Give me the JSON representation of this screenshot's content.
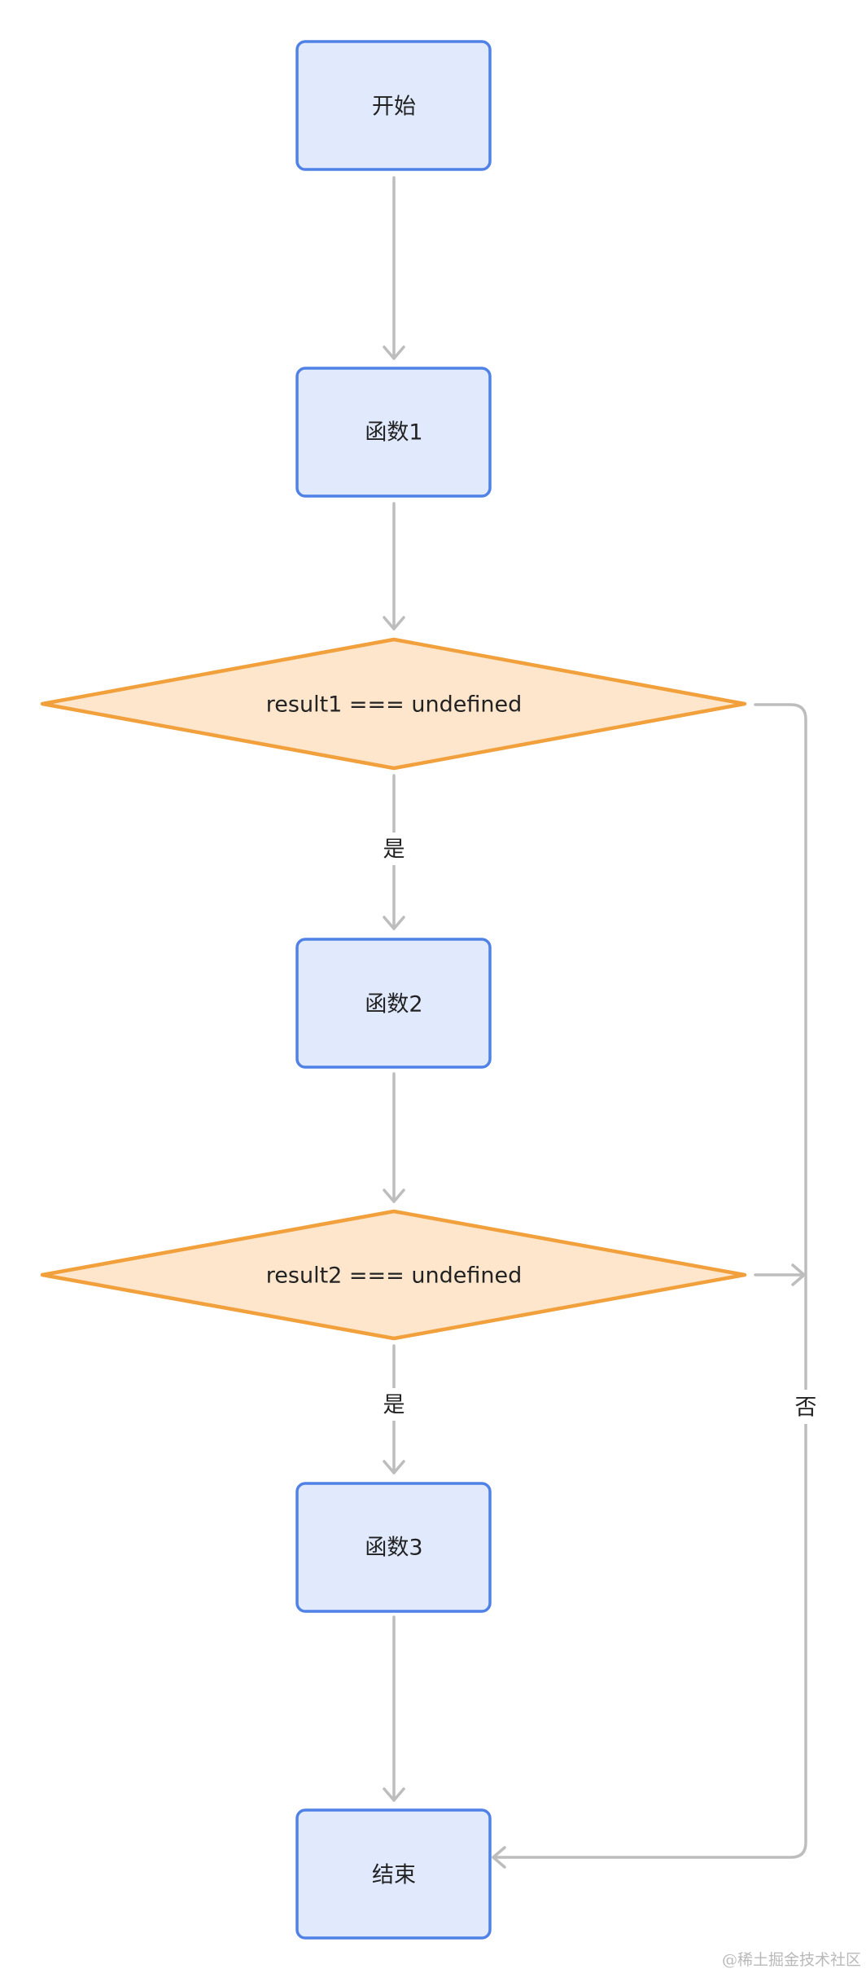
{
  "nodes": {
    "start": {
      "label": "开始"
    },
    "func1": {
      "label": "函数1"
    },
    "decision1": {
      "label": "result1 === undefined"
    },
    "func2": {
      "label": "函数2"
    },
    "decision2": {
      "label": "result2 === undefined"
    },
    "func3": {
      "label": "函数3"
    },
    "end": {
      "label": "结束"
    }
  },
  "edges": {
    "decision1_yes": {
      "label": "是"
    },
    "decision2_yes": {
      "label": "是"
    },
    "no_branch": {
      "label": "否"
    }
  },
  "watermark": "@稀土掘金技术社区",
  "colors": {
    "process_fill": "#e1e9fd",
    "process_stroke": "#4f81e6",
    "decision_fill": "#fde6cc",
    "decision_stroke": "#f1a03c",
    "edge": "#bdbdbd"
  }
}
